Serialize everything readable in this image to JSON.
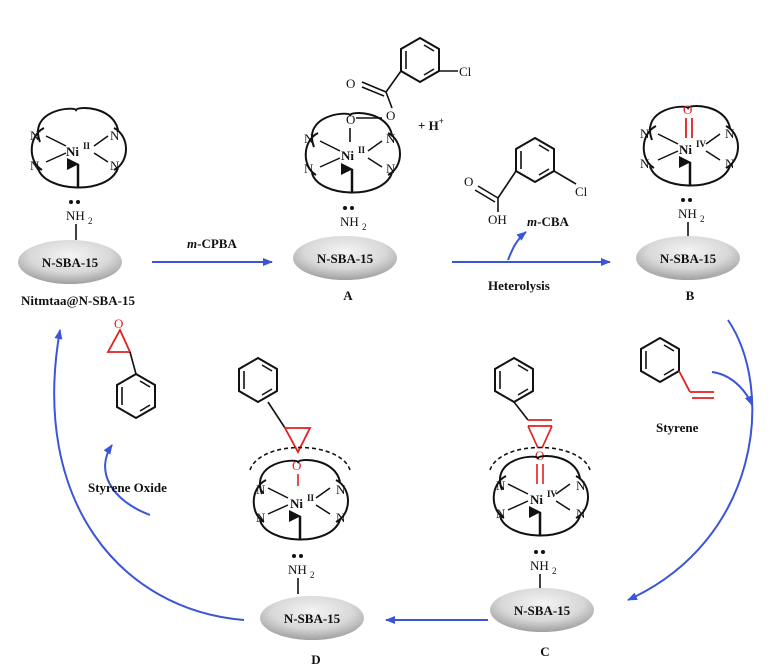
{
  "support_label": "N-SBA-15",
  "catalyst": {
    "name": "Nitmtaa@N-SBA-15",
    "amine": "NH",
    "amine_sub": "2",
    "metal": "Ni",
    "ox_II": "II",
    "ox_IV": "IV",
    "donor": "N",
    "oxygen": "O"
  },
  "intermediates": {
    "A": "A",
    "B": "B",
    "C": "C",
    "D": "D"
  },
  "reagents": {
    "mcpba_prefix": "m",
    "mcpba_rest": "-CPBA",
    "mcba_prefix": "m",
    "mcba_rest": "-CBA",
    "proton": "+ H",
    "proton_sup": "+",
    "heterolysis": "Heterolysis",
    "styrene": "Styrene",
    "styrene_oxide": "Styrene Oxide",
    "chlorine": "Cl",
    "oh": "OH"
  },
  "colors": {
    "arrow": "#3a55d6",
    "highlight": "#e02020",
    "ellipse_light": "#f1f1f1",
    "ellipse_dark": "#a9a9a9"
  }
}
